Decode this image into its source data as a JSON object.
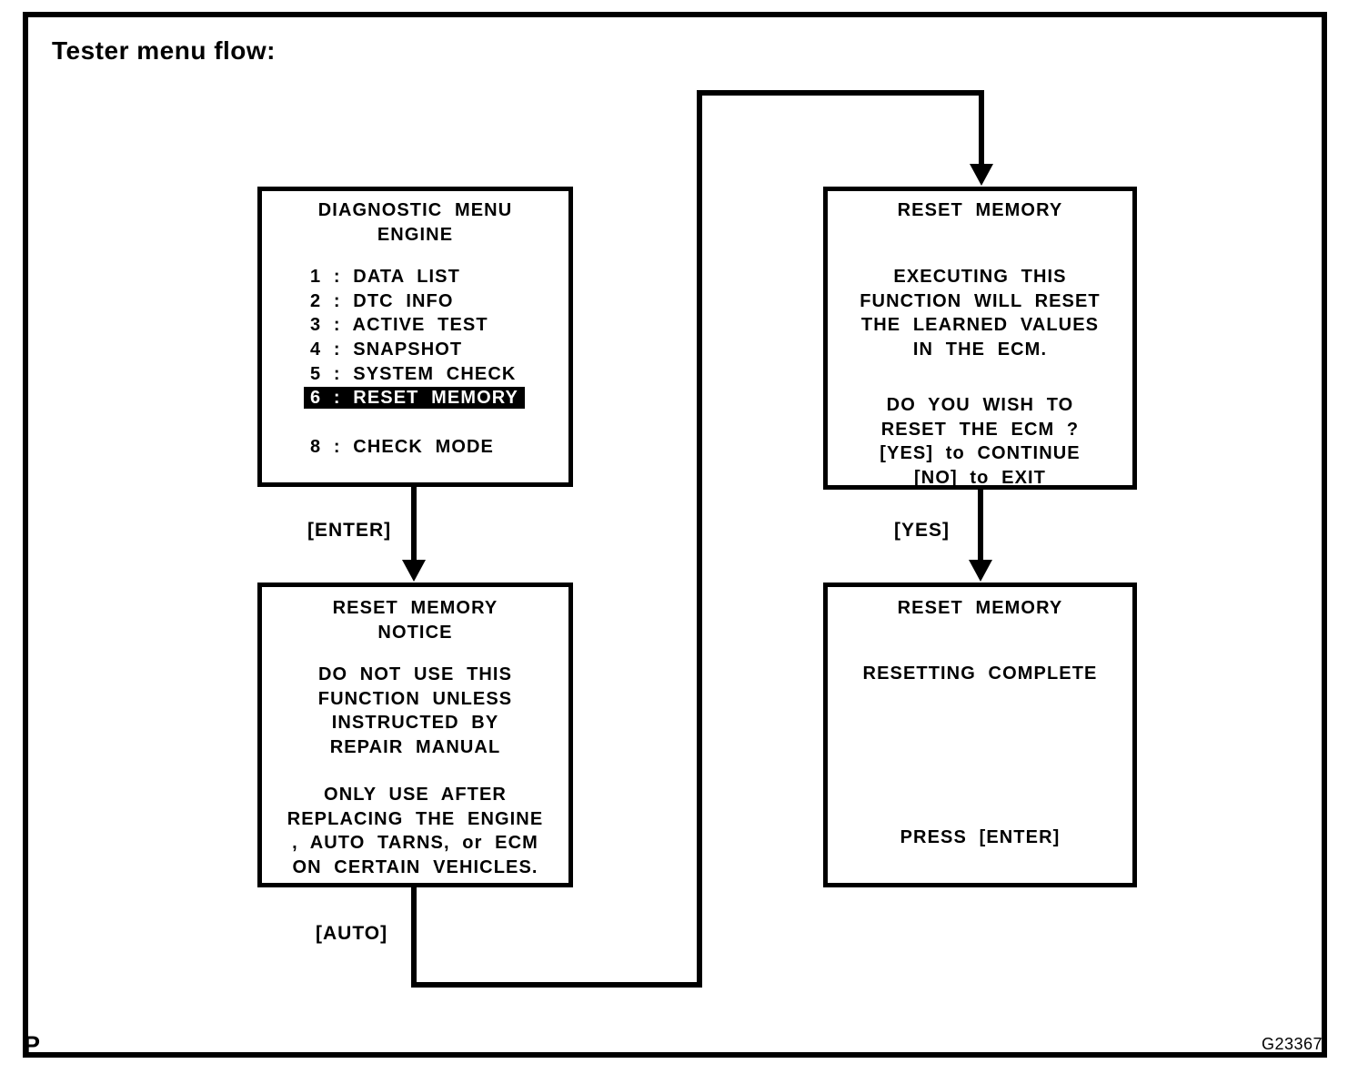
{
  "title": "Tester menu flow:",
  "footer": {
    "page_letter": "P",
    "figure_code": "G23367"
  },
  "labels": {
    "enter": "[ENTER]",
    "auto": "[AUTO]",
    "yes": "[YES]"
  },
  "colors": {
    "ink": "#000000",
    "paper": "#ffffff",
    "highlight_bg": "#000000",
    "highlight_text": "#ffffff"
  },
  "screens": {
    "diagnostic_menu": {
      "title_line1": "DIAGNOSTIC MENU",
      "title_line2": "ENGINE",
      "items": [
        {
          "text": "1 : DATA LIST",
          "highlighted": false
        },
        {
          "text": "2 : DTC INFO",
          "highlighted": false
        },
        {
          "text": "3 : ACTIVE TEST",
          "highlighted": false
        },
        {
          "text": "4 : SNAPSHOT",
          "highlighted": false
        },
        {
          "text": "5 : SYSTEM CHECK",
          "highlighted": false
        },
        {
          "text": "6 : RESET MEMORY",
          "highlighted": true
        },
        {
          "text": "8 : CHECK MODE",
          "highlighted": false
        }
      ]
    },
    "reset_memory_confirm": {
      "title": "RESET MEMORY",
      "warning_lines": [
        "EXECUTING THIS",
        "FUNCTION WILL RESET",
        "THE LEARNED VALUES",
        "IN THE ECM."
      ],
      "prompt_lines": [
        "DO YOU WISH TO",
        "RESET THE ECM ?",
        "[YES] to CONTINUE",
        "[NO] to EXIT"
      ]
    },
    "reset_memory_notice": {
      "title_line1": "RESET MEMORY",
      "title_line2": "NOTICE",
      "notice_lines": [
        "DO NOT USE THIS",
        "FUNCTION UNLESS",
        "INSTRUCTED BY",
        "REPAIR MANUAL"
      ],
      "usage_lines": [
        "ONLY USE AFTER",
        "REPLACING THE ENGINE",
        ", AUTO TARNS, or ECM",
        "ON CERTAIN VEHICLES."
      ]
    },
    "reset_memory_complete": {
      "title": "RESET MEMORY",
      "status": "RESETTING COMPLETE",
      "action": "PRESS [ENTER]"
    }
  }
}
